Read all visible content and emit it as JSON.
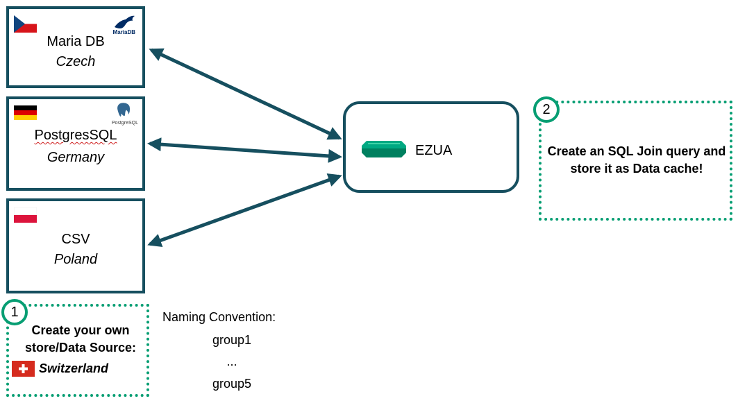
{
  "sources": [
    {
      "name": "Maria DB",
      "country": "Czech",
      "logo_icon": "mariadb-seal-icon",
      "logo_text": "MariaDB",
      "flag": "czech-flag-icon"
    },
    {
      "name": "PostgresSQL",
      "country": "Germany",
      "logo_icon": "postgresql-elephant-icon",
      "logo_text": "PostgreSQL",
      "flag": "germany-flag-icon"
    },
    {
      "name": "CSV",
      "country": "Poland",
      "flag": "poland-flag-icon"
    }
  ],
  "hub": {
    "label": "EZUA",
    "icon": "ezua-gem-icon"
  },
  "step1": {
    "number": "1",
    "text": "Create your own store/Data Source:",
    "country": "Switzerland",
    "flag": "switzerland-flag-icon"
  },
  "step2": {
    "number": "2",
    "text": "Create an SQL Join query and store it as Data cache!"
  },
  "naming": {
    "title": "Naming Convention:",
    "items": [
      "group1",
      "...",
      "group5"
    ]
  },
  "colors": {
    "box_border": "#164f5f",
    "arrow": "#164f5f",
    "dotted_border": "#079e73",
    "hub_logo": "#01a982"
  }
}
